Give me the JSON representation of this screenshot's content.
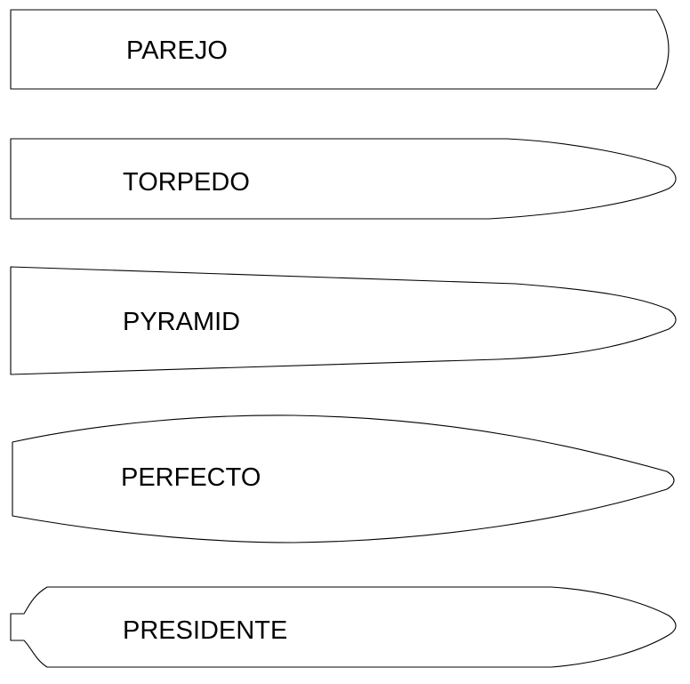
{
  "shapes": [
    {
      "id": "parejo",
      "label": "PAREJO"
    },
    {
      "id": "torpedo",
      "label": "TORPEDO"
    },
    {
      "id": "pyramid",
      "label": "PYRAMID"
    },
    {
      "id": "perfecto",
      "label": "PERFECTO"
    },
    {
      "id": "presidente",
      "label": "PRESIDENTE"
    }
  ],
  "colors": {
    "outline": "#000000",
    "fill": "#ffffff",
    "background": "#ffffff"
  }
}
